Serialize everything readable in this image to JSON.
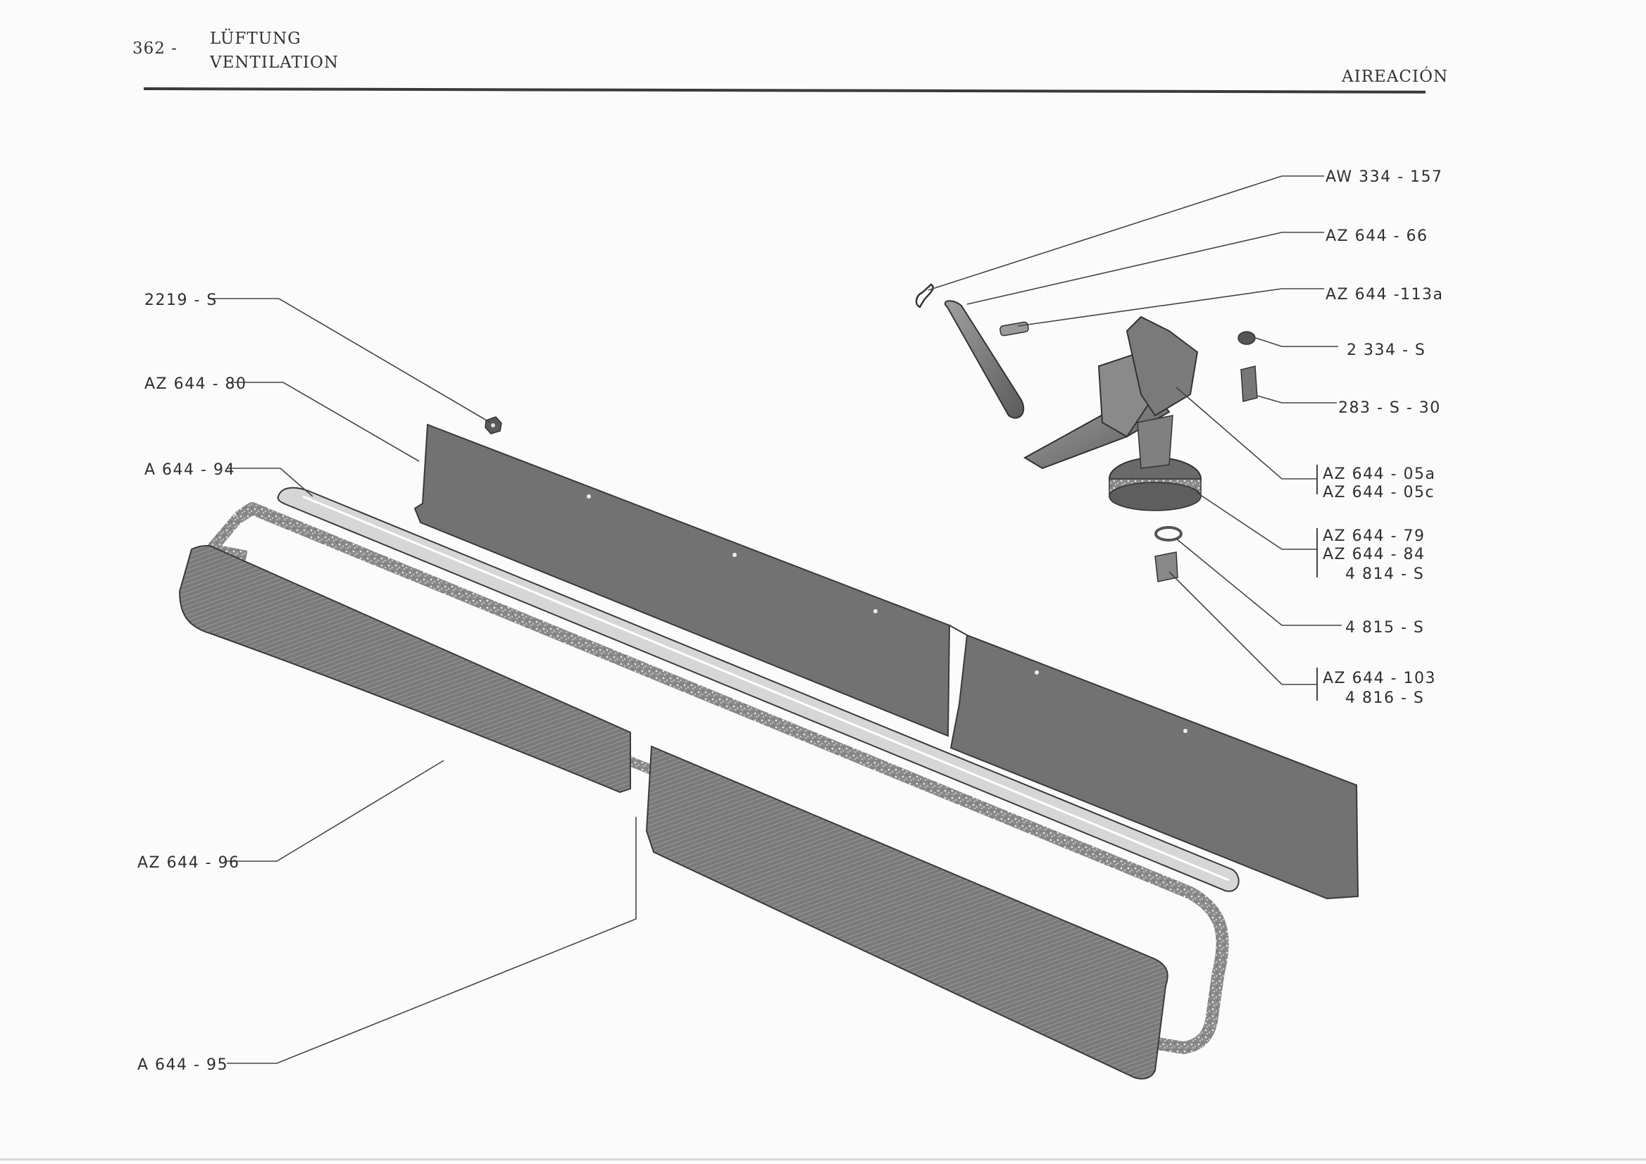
{
  "header": {
    "page_number": "362 -",
    "title_de": "LÜFTUNG",
    "title_en": "VENTILATION",
    "title_es": "AIREACIÓN"
  },
  "callouts": {
    "aw_334_157": "AW 334 - 157",
    "az_644_66": "AZ 644 - 66",
    "az_644_113a": "AZ 644 -113a",
    "s_2334": "2 334 - S",
    "s_283_30": "283 - S - 30",
    "az_644_05a": "AZ 644 - 05a",
    "az_644_05c": "AZ 644 - 05c",
    "az_644_79": "AZ 644 - 79",
    "az_644_84": "AZ 644 - 84",
    "s_4814": "4 814 - S",
    "s_4815": "4 815 - S",
    "az_644_103": "AZ 644 - 103",
    "s_4816": "4 816 - S",
    "s_2219": "2219 - S",
    "az_644_80": "AZ 644 - 80",
    "a_644_94": "A 644 - 94",
    "az_644_96": "AZ 644 - 96",
    "a_644_95": "A 644 - 95"
  }
}
